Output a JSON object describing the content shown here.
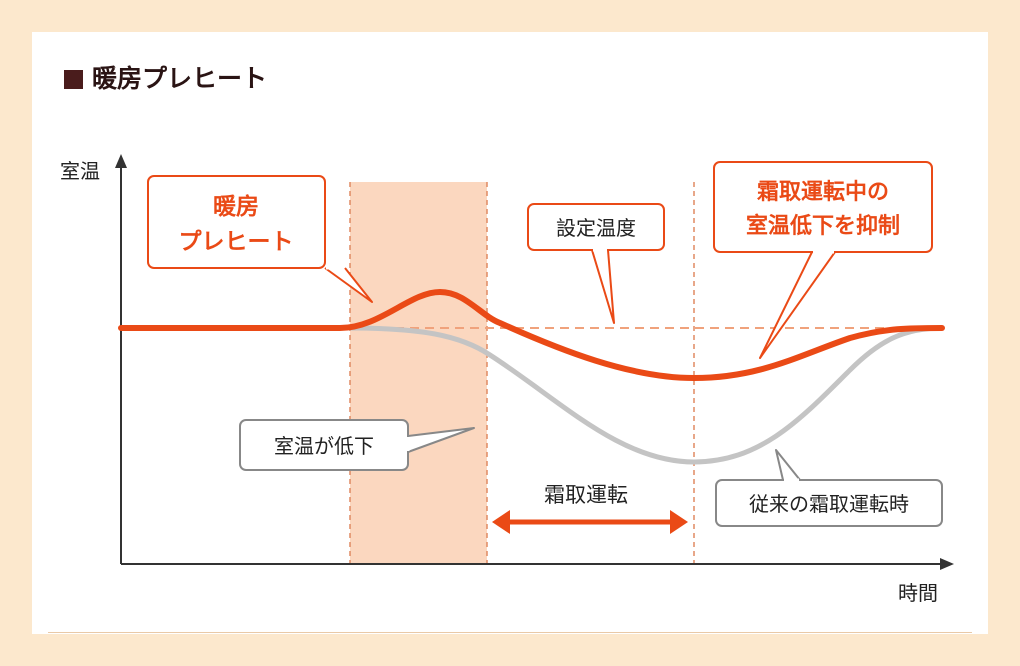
{
  "title": "暖房プレヒート",
  "axes": {
    "y_label": "室温",
    "x_label": "時間"
  },
  "callouts": {
    "preheat_line1": "暖房",
    "preheat_line2": "プレヒート",
    "setpoint": "設定温度",
    "suppress_line1": "霜取運転中の",
    "suppress_line2": "室温低下を抑制",
    "drop": "室温が低下",
    "conventional": "従来の霜取運転時"
  },
  "defrost_label": "霜取運転",
  "colors": {
    "accent": "#ea4a16",
    "gray_curve": "#c4c4c4",
    "preheat_zone": "#fbd7bf",
    "background": "#fce8cd",
    "title_square": "#4a1c1c",
    "dashed": "#e08a62"
  }
}
